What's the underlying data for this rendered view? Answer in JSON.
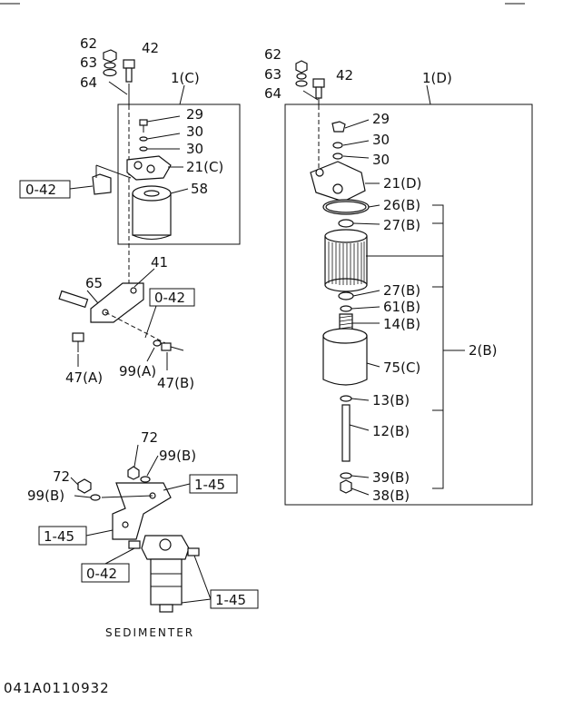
{
  "callouts": {
    "c_62": "62",
    "c_63": "63",
    "c_64": "64",
    "c_42": "42",
    "c_1c": "1(C)",
    "c_29": "29",
    "c_30a": "30",
    "c_30b": "30",
    "c_21c": "21(C)",
    "c_58": "58",
    "c_41": "41",
    "c_65": "65",
    "c_47a": "47(A)",
    "c_99a": "99(A)",
    "c_47b": "47(B)",
    "r_62": "62",
    "r_63": "63",
    "r_64": "64",
    "r_42": "42",
    "r_1d": "1(D)",
    "r_29": "29",
    "r_30a": "30",
    "r_30b": "30",
    "r_21d": "21(D)",
    "r_26b": "26(B)",
    "r_27b1": "27(B)",
    "r_27b2": "27(B)",
    "r_61b": "61(B)",
    "r_14b": "14(B)",
    "r_2b": "2(B)",
    "r_75c": "75(C)",
    "r_13b": "13(B)",
    "r_12b": "12(B)",
    "r_39b": "39(B)",
    "r_38b": "38(B)",
    "s_72a": "72",
    "s_99ba": "99(B)",
    "s_72b": "72",
    "s_99bb": "99(B)"
  },
  "refs": {
    "ref_042_left": "0-42",
    "ref_042_mid": "0-42",
    "ref_145_top": "1-45",
    "ref_145_left": "1-45",
    "ref_042_bottom": "0-42",
    "ref_145_bottom": "1-45"
  },
  "caption": "SEDIMENTER",
  "drawing_code": "041A0110932"
}
